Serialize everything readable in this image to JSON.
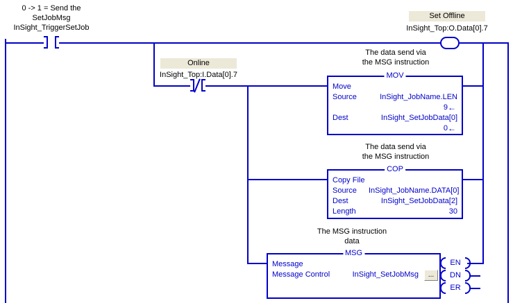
{
  "rung": {
    "trigger_comment": "0 -> 1 = Send the\nSetJobMsg",
    "trigger_tag": "InSight_TriggerSetJob",
    "online_label": "Online",
    "online_tag": "InSight_Top:I.Data[0].7",
    "set_offline_label": "Set Offline",
    "set_offline_tag": "InSight_Top:O.Data[0].7"
  },
  "comments": {
    "mov": "The data send via\nthe MSG instruction",
    "cop": "The data send via\nthe MSG instruction",
    "msg": "The MSG instruction\ndata"
  },
  "mov_block": {
    "title": "MOV",
    "name": "Move",
    "source_key": "Source",
    "source_value": "InSight_JobName.LEN",
    "source_data": "9",
    "dest_key": "Dest",
    "dest_value": "InSight_SetJobData[0]",
    "dest_data": "0",
    "arrow": "←"
  },
  "cop_block": {
    "title": "COP",
    "name": "Copy File",
    "source_key": "Source",
    "source_value": "InSight_JobName.DATA[0]",
    "dest_key": "Dest",
    "dest_value": "InSight_SetJobData[2]",
    "length_key": "Length",
    "length_value": "30"
  },
  "msg_block": {
    "title": "MSG",
    "name": "Message",
    "control_key": "Message Control",
    "control_value": "InSight_SetJobMsg",
    "browse_label": "...",
    "terminals": [
      "EN",
      "DN",
      "ER"
    ]
  },
  "colors": {
    "wire": "#0000c8",
    "instruction_text": "#0000c8",
    "comment_text": "#000000",
    "tag_highlight": "#ece9d8",
    "background": "#ffffff"
  }
}
